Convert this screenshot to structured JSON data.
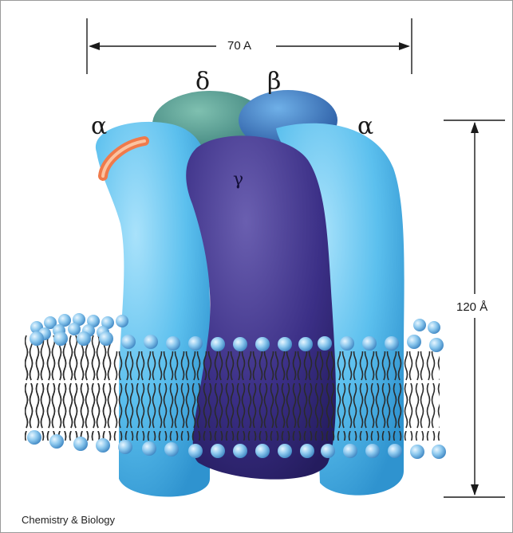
{
  "labels": {
    "delta": "δ",
    "beta": "β",
    "alpha_left": "α",
    "alpha_right": "α",
    "gamma": "γ"
  },
  "dimensions": {
    "width": "70 A",
    "height": "120 Å"
  },
  "caption": "Chemistry & Biology",
  "colors": {
    "alpha_subunit": "#5cc0ee",
    "gamma_subunit": "#3b2f86",
    "delta_subunit": "#3e8f86",
    "beta_subunit": "#2f6bb5",
    "binding_site": "#f07a4a",
    "lipid_head": "#7fc2ec",
    "lipid_tail": "#2a2a2a"
  }
}
